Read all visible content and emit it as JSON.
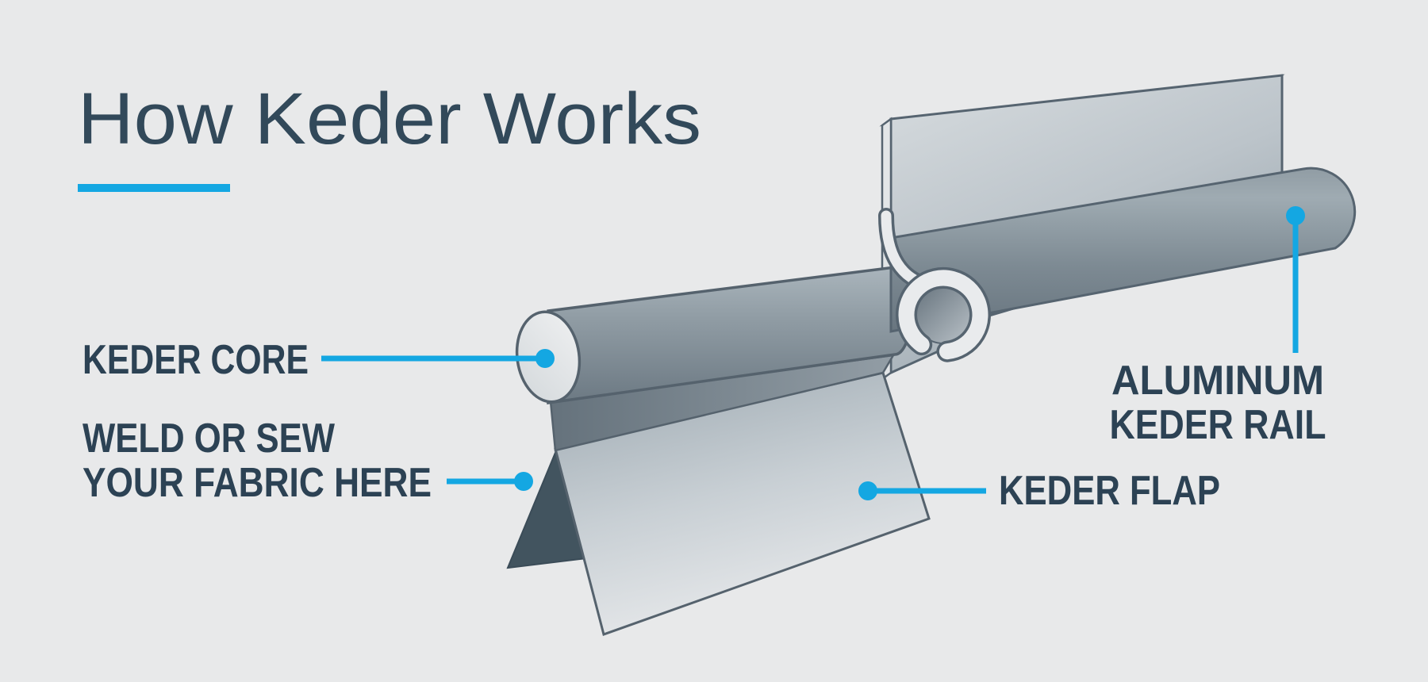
{
  "page": {
    "background_color": "#e8e9ea"
  },
  "header": {
    "title": "How Keder Works",
    "title_color": "#32495a",
    "accent_bar_color": "#14a7e2"
  },
  "labels": {
    "keder_core": {
      "text": "KEDER CORE"
    },
    "weld": {
      "line1": "WELD OR SEW",
      "line2": "YOUR FABRIC HERE"
    },
    "keder_flap": {
      "text": "KEDER FLAP"
    },
    "aluminum_rail": {
      "line1": "ALUMINUM",
      "line2": "KEDER RAIL"
    }
  },
  "diagram": {
    "description": "Cross-section illustration of a keder (core with welded fabric flap) sliding into an aluminum keder rail channel",
    "leader_color": "#14a7e2",
    "label_color": "#2c4254",
    "outline_color": "#566470",
    "dark_fabric_color": "#42545f",
    "metal_light_color": "#e9ebed",
    "metal_mid_color": "#8e9aa2",
    "metal_dark_color": "#6e7b85"
  }
}
